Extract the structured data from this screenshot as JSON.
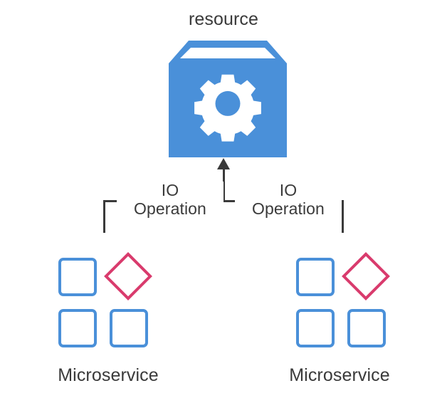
{
  "diagram": {
    "title": "resource",
    "resource": {
      "label": "resource",
      "icon": "package-gear-icon",
      "color": "#4a90d9"
    },
    "connector": {
      "arrow_direction": "up",
      "arrow_color": "#3a3a3a",
      "bracket_style": "square-bracket-join",
      "edge_labels": [
        {
          "line1": "IO",
          "line2": "Operation"
        },
        {
          "line1": "IO",
          "line2": "Operation"
        }
      ]
    },
    "services": [
      {
        "label": "Microservice",
        "icon": "microservice-tiles-icon",
        "tiles": [
          {
            "shape": "rounded-square",
            "color": "#4a90d9",
            "position": "top-left"
          },
          {
            "shape": "diamond",
            "color": "#d93b6d",
            "position": "top-right"
          },
          {
            "shape": "rounded-square",
            "color": "#4a90d9",
            "position": "bottom-left"
          },
          {
            "shape": "rounded-square",
            "color": "#4a90d9",
            "position": "bottom-right"
          }
        ]
      },
      {
        "label": "Microservice",
        "icon": "microservice-tiles-icon",
        "tiles": [
          {
            "shape": "rounded-square",
            "color": "#4a90d9",
            "position": "top-left"
          },
          {
            "shape": "diamond",
            "color": "#d93b6d",
            "position": "top-right"
          },
          {
            "shape": "rounded-square",
            "color": "#4a90d9",
            "position": "bottom-left"
          },
          {
            "shape": "rounded-square",
            "color": "#4a90d9",
            "position": "bottom-right"
          }
        ]
      }
    ],
    "colors": {
      "blue": "#4a90d9",
      "pink": "#d93b6d",
      "text": "#3a3a3a",
      "background": "#ffffff"
    }
  }
}
